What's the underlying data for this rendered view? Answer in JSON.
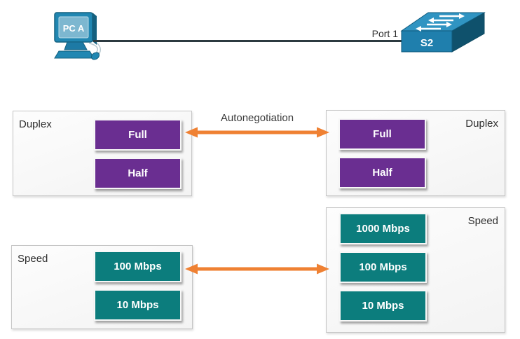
{
  "colors": {
    "option_purple": "#6a2e91",
    "option_teal": "#0c7d7d",
    "arrow_orange": "#ef8133",
    "device_blue": "#2187b2",
    "cable_dark": "#2c3a40",
    "panel_border": "#c6c6c6"
  },
  "topology": {
    "pc_label": "PC A",
    "switch_label": "S2",
    "port_label": "Port 1",
    "pc_icon": "pc-icon",
    "switch_icon": "switch-icon"
  },
  "autonegotiation_label": "Autonegotiation",
  "panels": {
    "pc_duplex": {
      "label": "Duplex",
      "options": [
        "Full",
        "Half"
      ]
    },
    "switch_duplex": {
      "label": "Duplex",
      "options": [
        "Full",
        "Half"
      ]
    },
    "pc_speed": {
      "label": "Speed",
      "options": [
        "100 Mbps",
        "10 Mbps"
      ]
    },
    "switch_speed": {
      "label": "Speed",
      "options": [
        "1000 Mbps",
        "100 Mbps",
        "10 Mbps"
      ]
    }
  }
}
